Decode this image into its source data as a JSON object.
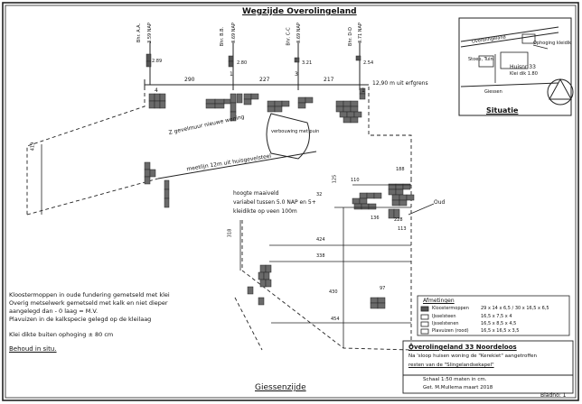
{
  "title_top": "Wegzijde Overolingeland",
  "title_bottom": "Giessenzijde",
  "situatie_label": "Situatie",
  "situatie": {
    "ophoging": "Ophoging kleidik",
    "street": "Overolingeland",
    "house": "Huisnr 33",
    "klei": "Klei dik 1.80",
    "giessen": "Giessen",
    "aside": "Stoep, Tuin"
  },
  "boreholes": [
    {
      "id": "Bhr. A.A.",
      "nap": "3.59 NAP",
      "extra": "2.89"
    },
    {
      "id": "Bhr. B.B.",
      "nap": "3.69 NAP",
      "extra": "2.80"
    },
    {
      "id": "Bhr. C-C",
      "nap": "3.69 NAP",
      "extra": "3.21"
    },
    {
      "id": "Bhr. D-D",
      "nap": "3.71 NAP",
      "extra": "2.54"
    }
  ],
  "top_dims": [
    "290",
    "227",
    "217"
  ],
  "axis_numbers": [
    "4",
    "1",
    "3",
    "1"
  ],
  "erfgrens": "12,90 m uit erfgrens",
  "notes": {
    "gevelmuur": "Z gevelmuur nieuwe woning",
    "verbouwing": "verbouwing met puin",
    "meetlijn": "meetlijn 12m uit huisgevelsteel",
    "maaiveld": [
      "hoogte maaiveld",
      "variabel tussen 5.0 NAP en 5+",
      "kleidikte op veen 100m"
    ],
    "oud": "Oud"
  },
  "dims_mid": [
    "32",
    "125",
    "110",
    "188",
    "136",
    "228",
    "424",
    "113",
    "338",
    "97",
    "430",
    "454"
  ],
  "left_dims": [
    "419",
    "318"
  ],
  "legend": {
    "title": "Afmetingen",
    "rows": [
      {
        "name": "Kloostermoppen",
        "dim": "29 x 14 x 6,5 / 30 x 16,5 x 6,5"
      },
      {
        "name": "IJsselsteen",
        "dim": "16,5 x 7,5 x 4"
      },
      {
        "name": "Ijsselstenen",
        "dim": "16,5 x 8,5 x 4,5"
      },
      {
        "name": "Plavuizen (rood)",
        "dim": "16,5 x 16,5 x 3,5"
      }
    ]
  },
  "left_text": [
    "Kloostermoppen in oude fundering gemetseld met klei",
    "Overig metselwerk gemetseld met kalk en niet dieper",
    "aangelegd dan - 0 laag = M.V.",
    "Plavuizen in de kalkspecie gelegd op de kleilaag"
  ],
  "klei_text": "Klei dikte buiten ophoging ± 80 cm",
  "behoud": "Behoud in situ.",
  "title_block": {
    "line1": "Overolingeland 33 Noordeloos",
    "line2": "Na 'sloop huisen woning de \"Kerekiet\" aangetroffen",
    "line3": "resten van de \"Slingelandsekapel\"",
    "schaal": "Schaal 1:50 maten in cm.",
    "get": "Get. M.Mullema maart 2018"
  },
  "blad_label": "Bladno: 1"
}
